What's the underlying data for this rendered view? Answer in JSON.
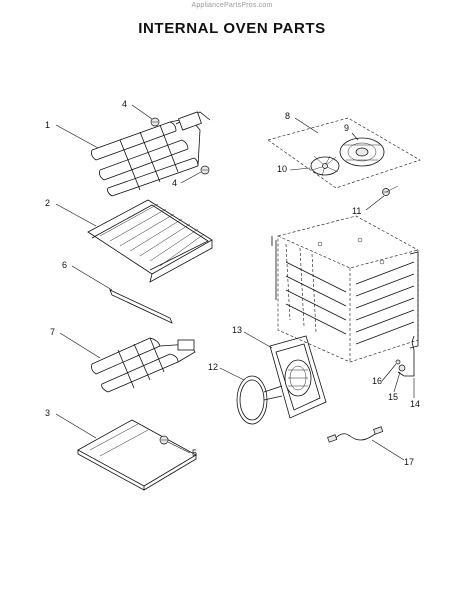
{
  "header": {
    "watermark": "AppliancePartsPros.com",
    "title": "INTERNAL OVEN PARTS"
  },
  "callouts": {
    "c1": "1",
    "c2": "2",
    "c3": "3",
    "c4a": "4",
    "c4b": "4",
    "c5": "5",
    "c6": "6",
    "c7": "7",
    "c8": "8",
    "c9": "9",
    "c10": "10",
    "c11": "11",
    "c12": "12",
    "c13": "13",
    "c14": "14",
    "c15": "15",
    "c16": "16",
    "c17": "17"
  }
}
